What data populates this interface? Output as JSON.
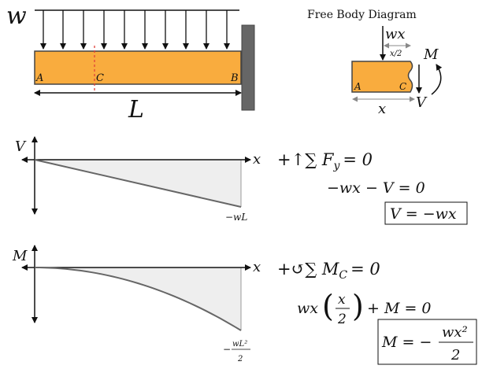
{
  "colors": {
    "beam_fill": "#f9ac3e",
    "beam_stroke": "#444444",
    "wall": "#666666",
    "shade": "#eeeeee",
    "curve": "#666666",
    "section_line": "#e0403a"
  },
  "beam": {
    "load_symbol": "w",
    "length_symbol": "L",
    "point_a": "A",
    "point_b": "B",
    "point_c": "C"
  },
  "fbd": {
    "title": "Free Body Diagram",
    "load": "wx",
    "half_dist": "x/2",
    "moment": "M",
    "shear": "V",
    "point_a": "A",
    "point_c": "C",
    "length": "x"
  },
  "shear_plot": {
    "axis_y": "V",
    "axis_x": "x",
    "end_label": "−wL",
    "eq_sum": "+↑∑ F",
    "eq_sum_sub": "y",
    "eq_sum_rhs": "= 0",
    "eq_line": "−wx − V = 0",
    "eq_result": "V = −wx"
  },
  "moment_plot": {
    "axis_y": "M",
    "axis_x": "x",
    "end_num": "wL²",
    "end_den": "2",
    "end_sign": "−",
    "eq_sum": "+↺∑ M",
    "eq_sum_sub": "C",
    "eq_sum_rhs": "= 0",
    "eq_line_left": "wx",
    "eq_frac_num": "x",
    "eq_frac_den": "2",
    "eq_line_right": "+ M = 0",
    "eq_result_left": "M = −",
    "eq_result_num": "wx²",
    "eq_result_den": "2"
  },
  "diagram_data": {
    "shear": {
      "x": [
        0,
        1
      ],
      "V": [
        0,
        -1
      ],
      "shape": "linear"
    },
    "moment": {
      "x": [
        0,
        1
      ],
      "M": [
        0,
        -0.5
      ],
      "shape": "parabolic"
    }
  }
}
